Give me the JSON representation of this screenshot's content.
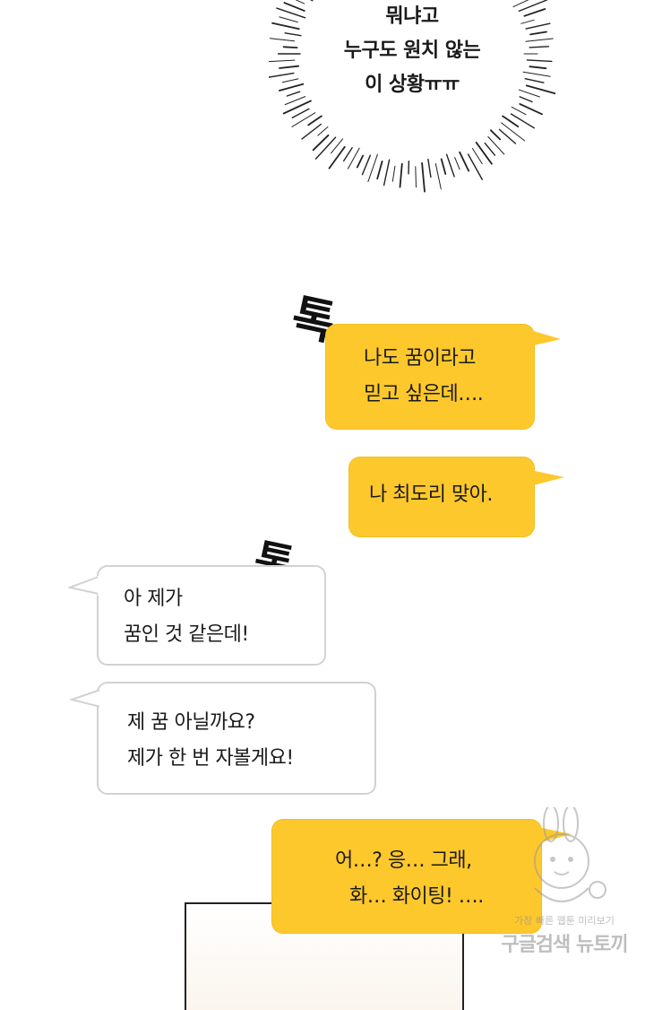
{
  "burst": {
    "lines": [
      "뭐냐고",
      "누구도 원치 않는",
      "이 상황ㅠㅠ"
    ]
  },
  "sfx": {
    "tap": "톡"
  },
  "bubbles": [
    {
      "lines": [
        "나도 꿈이라고",
        "믿고 싶은데…."
      ]
    },
    {
      "lines": [
        "나 최도리 맞아."
      ]
    },
    {
      "lines": [
        "아 제가",
        "꿈인 것 같은데!"
      ]
    },
    {
      "lines": [
        "제 꿈 아닐까요?",
        "제가 한 번 자볼게요!"
      ]
    },
    {
      "lines": [
        "어…? 응… 그래,",
        "화… 화이팅! …."
      ]
    }
  ],
  "watermark": {
    "line1": "가장 빠른 웹툰 미리보기",
    "line2": "구글검색 뉴토끼"
  },
  "colors": {
    "yellow_bubble": "#fdc82c",
    "white_bubble_border": "#d2d2d2",
    "ink": "#1a1a1a"
  }
}
